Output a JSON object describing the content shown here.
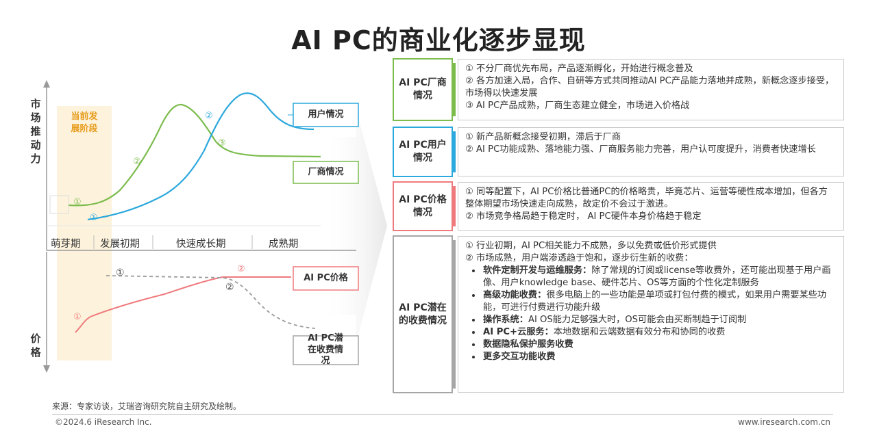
{
  "title": "AI PC的商业化逐步显现",
  "left": {
    "y_axis_top": [
      "市",
      "场",
      "推",
      "动",
      "力"
    ],
    "y_axis_bottom": [
      "价",
      "格"
    ],
    "current_stage": "当前发展阶段",
    "stages": [
      "萌芽期",
      "发展初期",
      "快速成长期",
      "成熟期"
    ],
    "labels": {
      "user": "用户情况",
      "vendor": "厂商情况",
      "price": "AI PC价格",
      "charge": "AI PC潜在收费情况"
    },
    "markers": {
      "one": "①",
      "two": "②",
      "three": "③"
    },
    "colors": {
      "green": "#7cbc4d",
      "blue": "#2ba8dc",
      "red": "#ef7a7d",
      "gray": "#9a9a9a",
      "orange": "#e79b1a"
    }
  },
  "rows": [
    {
      "label": "AI PC厂商情况",
      "color": "#7cbc4d",
      "lines": [
        "① 不分厂商优先布局，产品逐渐孵化，开始进行概念普及",
        "② 各方加速入局，合作、自研等方式共同推动AI PC产品能力落地并成熟，新概念逐步接受，市场得以快速发展",
        "③ AI PC产品成熟，厂商生态建立健全，市场进入价格战"
      ]
    },
    {
      "label": "AI PC用户情况",
      "color": "#2ba8dc",
      "lines": [
        "① 新产品新概念接受初期，滞后于厂商",
        "② AI PC功能成熟、落地能力强、厂商服务能力完善，用户认可度提升，消费者快速增长"
      ]
    },
    {
      "label": "AI PC价格情况",
      "color": "#ef7a7d",
      "lines": [
        "① 同等配置下，AI PC价格比普通PC的价格略贵，毕竟芯片、运营等硬性成本增加，但各方整体期望市场快速走向成熟，故定价不会过于激进。",
        "② 市场竞争格局趋于稳定时， AI PC硬件本身价格趋于稳定"
      ]
    },
    {
      "label": "AI PC潜在的收费情况",
      "color": "#a6a6a6",
      "lines": [
        "① 行业初期，AI PC相关能力不成熟，多以免费或低价形式提供",
        "② 市场成熟，用户端渗透趋于饱和，逐步衍生新的收费："
      ],
      "bullets": [
        {
          "bold": "软件定制开发与运维服务：",
          "text": "除了常规的订阅或license等收费外，还可能出现基于用户画像、用户knowledge base、硬件芯片、OS等方面的个性化定制服务"
        },
        {
          "bold": "高级功能收费：",
          "text": "很多电脑上的一些功能是单项或打包付费的模式，如果用户需要某些功能，可进行付费进行功能升级"
        },
        {
          "bold": "操作系统：",
          "text": "AI OS能力足够强大时，OS可能会由买断制趋于订阅制"
        },
        {
          "bold": "AI PC+云服务：",
          "text": "本地数据和云端数据有效分布和协同的收费"
        },
        {
          "bold": "数据隐私保护服务收费",
          "text": ""
        },
        {
          "bold": "更多交互功能收费",
          "text": ""
        }
      ]
    }
  ],
  "footer": {
    "source": "来源：专家访谈，艾瑞咨询研究院自主研究及绘制。",
    "copyright": "©2024.6 iResearch Inc.",
    "website": "www.iresearch.com.cn"
  }
}
